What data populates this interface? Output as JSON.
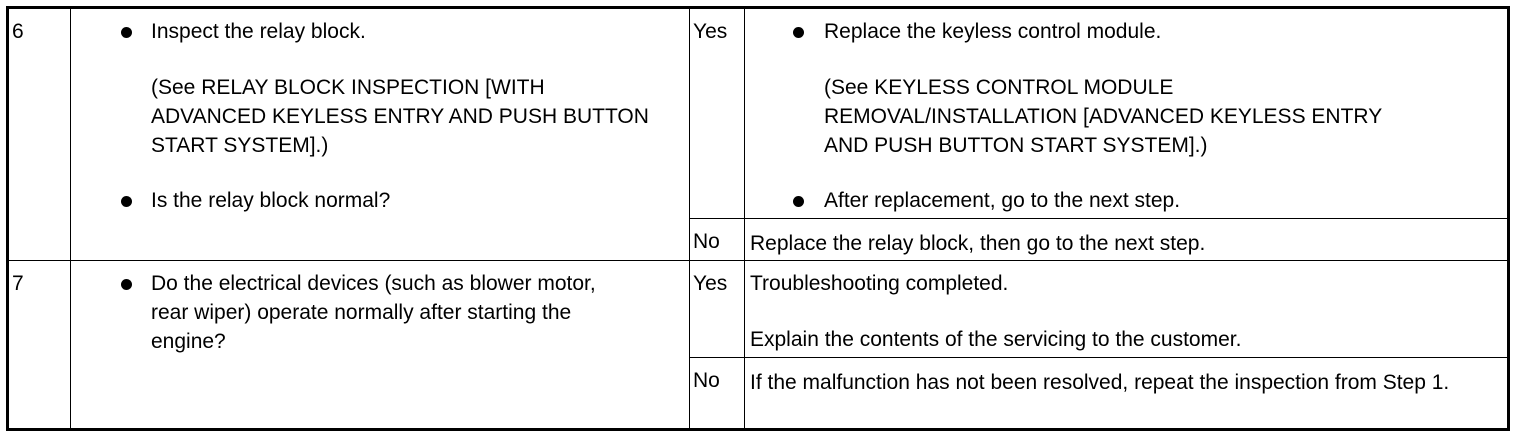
{
  "rows": [
    {
      "step": "6",
      "question": {
        "first": "Inspect the relay block.",
        "reference": "(See RELAY BLOCK INSPECTION [WITH ADVANCED KEYLESS ENTRY AND PUSH BUTTON START SYSTEM].)",
        "ask": "Is the relay block normal?"
      },
      "yes": {
        "label": "Yes",
        "first": "Replace the keyless control module.",
        "reference": "(See KEYLESS CONTROL MODULE REMOVAL/INSTALLATION [ADVANCED KEYLESS ENTRY AND PUSH BUTTON START SYSTEM].)",
        "next": "After replacement, go to the next step."
      },
      "no": {
        "label": "No",
        "text": "Replace the relay block, then go to the next step."
      }
    },
    {
      "step": "7",
      "question": {
        "ask": "Do the electrical devices (such as blower motor, rear wiper) operate normally after starting the engine?"
      },
      "yes": {
        "label": "Yes",
        "line1": "Troubleshooting completed.",
        "line2": "Explain the contents of the servicing to the customer."
      },
      "no": {
        "label": "No",
        "text": "If the malfunction has not been resolved, repeat the inspection from Step 1."
      }
    }
  ]
}
